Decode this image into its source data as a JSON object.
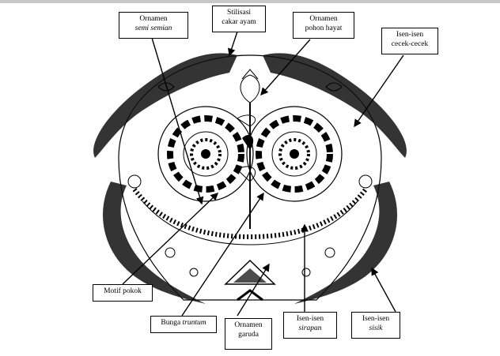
{
  "labels": {
    "semi_semian": {
      "line1": "Ornamen",
      "line2": "semi semian"
    },
    "stilisasi": {
      "line1": "Stilisasi",
      "line2": "cakar ayam"
    },
    "pohon_hayat": {
      "line1": "Ornamen",
      "line2": "pohon hayat"
    },
    "cecek": {
      "line1": "Isen-isen",
      "line2": "cecek-cecek"
    },
    "motif_pokok": {
      "line1": "Motif pokok"
    },
    "bunga_truntum": {
      "prefix": "Bunga ",
      "italic": "truntum"
    },
    "garuda": {
      "line1": "Ornamen",
      "line2": "garuda"
    },
    "sirapan": {
      "line1": "Isen-isen",
      "line2": "sirapan"
    },
    "sisik": {
      "line1": "Isen-isen",
      "line2": "sisik"
    }
  },
  "colors": {
    "ink": "#000000",
    "paper": "#ffffff",
    "border_top": "#c8c8c8"
  }
}
